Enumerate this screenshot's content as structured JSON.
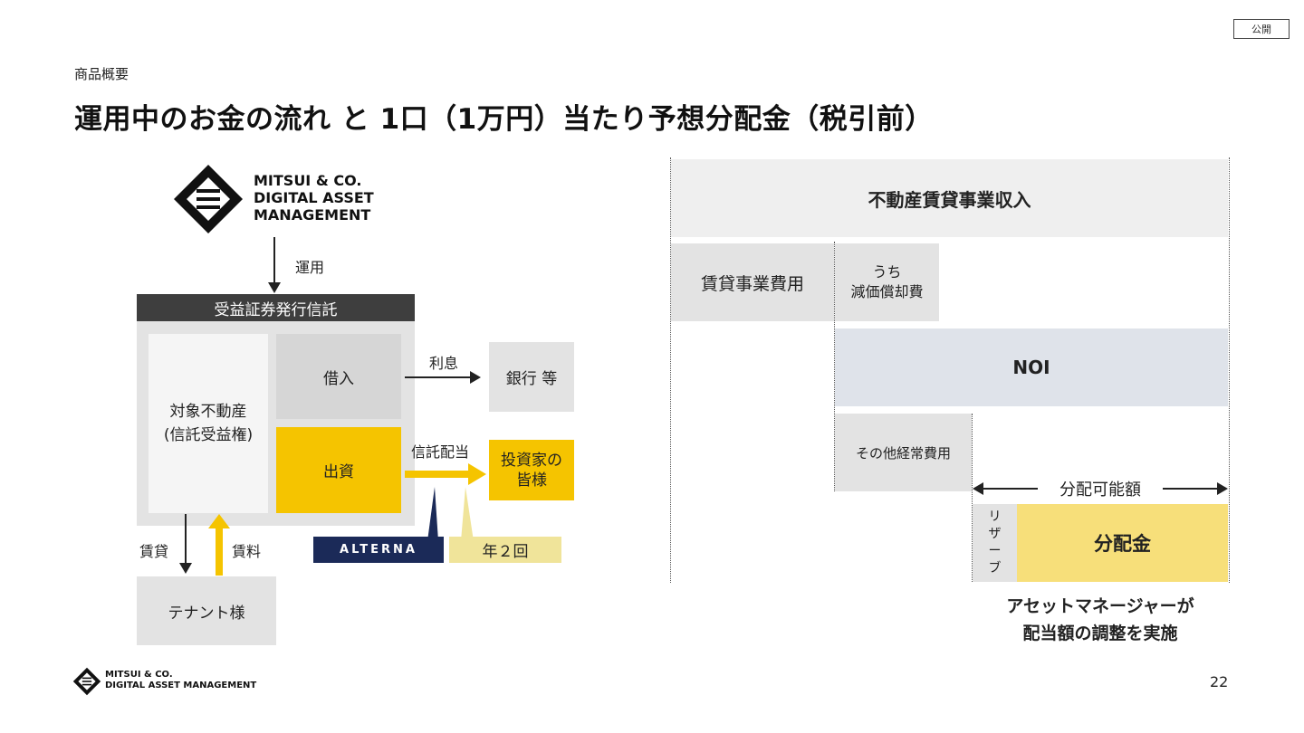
{
  "badge": "公開",
  "header": {
    "subtitle": "商品概要",
    "title": "運用中のお金の流れ と 1口（1万円）当たり予想分配金（税引前）"
  },
  "logo": {
    "line1": "MITSUI & CO.",
    "line2": "DIGITAL ASSET",
    "line3": "MANAGEMENT",
    "footer_line1": "MITSUI & CO.",
    "footer_line2": "DIGITAL ASSET MANAGEMENT"
  },
  "flow": {
    "operate_label": "運用",
    "trust_header": "受益証券発行信託",
    "property_line1": "対象不動産",
    "property_line2": "(信託受益権)",
    "loan": "借入",
    "equity": "出資",
    "interest_label": "利息",
    "bank": "銀行 等",
    "dividend_label": "信託配当",
    "investors_line1": "投資家の",
    "investors_line2": "皆様",
    "lease_label": "賃貸",
    "rent_label": "賃料",
    "tenant": "テナント様",
    "alterna": "ALTERNA",
    "twice_year": "年２回"
  },
  "breakdown": {
    "revenue": "不動産賃貸事業収入",
    "expense": "賃貸事業費用",
    "depr_line1": "うち",
    "depr_line2": "減価償却費",
    "noi": "NOI",
    "other_expense": "その他経常費用",
    "distributable": "分配可能額",
    "reserve": [
      "リ",
      "ザ",
      "ー",
      "ブ"
    ],
    "distribution": "分配金",
    "note_line1": "アセットマネージャーが",
    "note_line2": "配当額の調整を実施"
  },
  "page_number": "22"
}
